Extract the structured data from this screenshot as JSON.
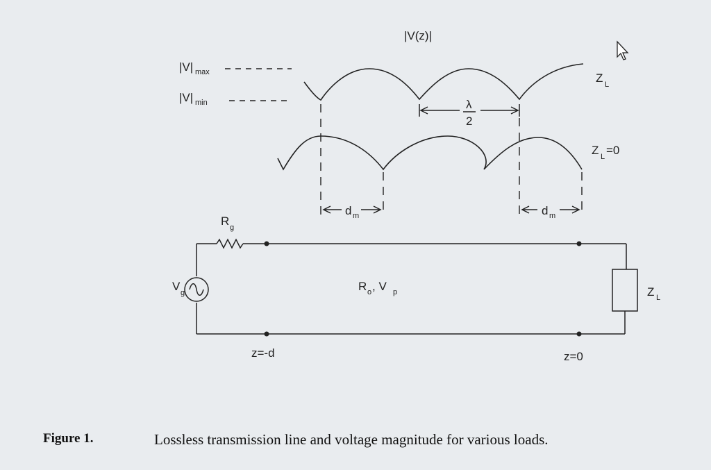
{
  "diagram": {
    "top_label": "|V(z)|",
    "vmax_label": "|V|",
    "vmax_sub": "max",
    "vmin_label": "|V|",
    "vmin_sub": "min",
    "zl_label": "Z",
    "zl_sub": "L",
    "zl0_label": "Z",
    "zl0_sub": "L",
    "zl0_suffix": "=0",
    "lambda_num": "λ",
    "lambda_den": "2",
    "dm_left": "d",
    "dm_left_sub": "m",
    "dm_right": "d",
    "dm_right_sub": "m",
    "rg_label": "R",
    "rg_sub": "g",
    "vg_label": "V",
    "vg_sub": "g",
    "line_r_label": "R",
    "line_r_sub": "o",
    "line_v_label": ", V",
    "line_v_sub": "p",
    "load_label": "Z",
    "load_sub": "L",
    "z_minus_d": "z=-d",
    "z_zero": "z=0"
  },
  "caption": {
    "prefix": "Figure 1.",
    "text": "Lossless transmission line and voltage magnitude for various loads."
  },
  "icons": {
    "cursor": "mouse-pointer-icon"
  }
}
